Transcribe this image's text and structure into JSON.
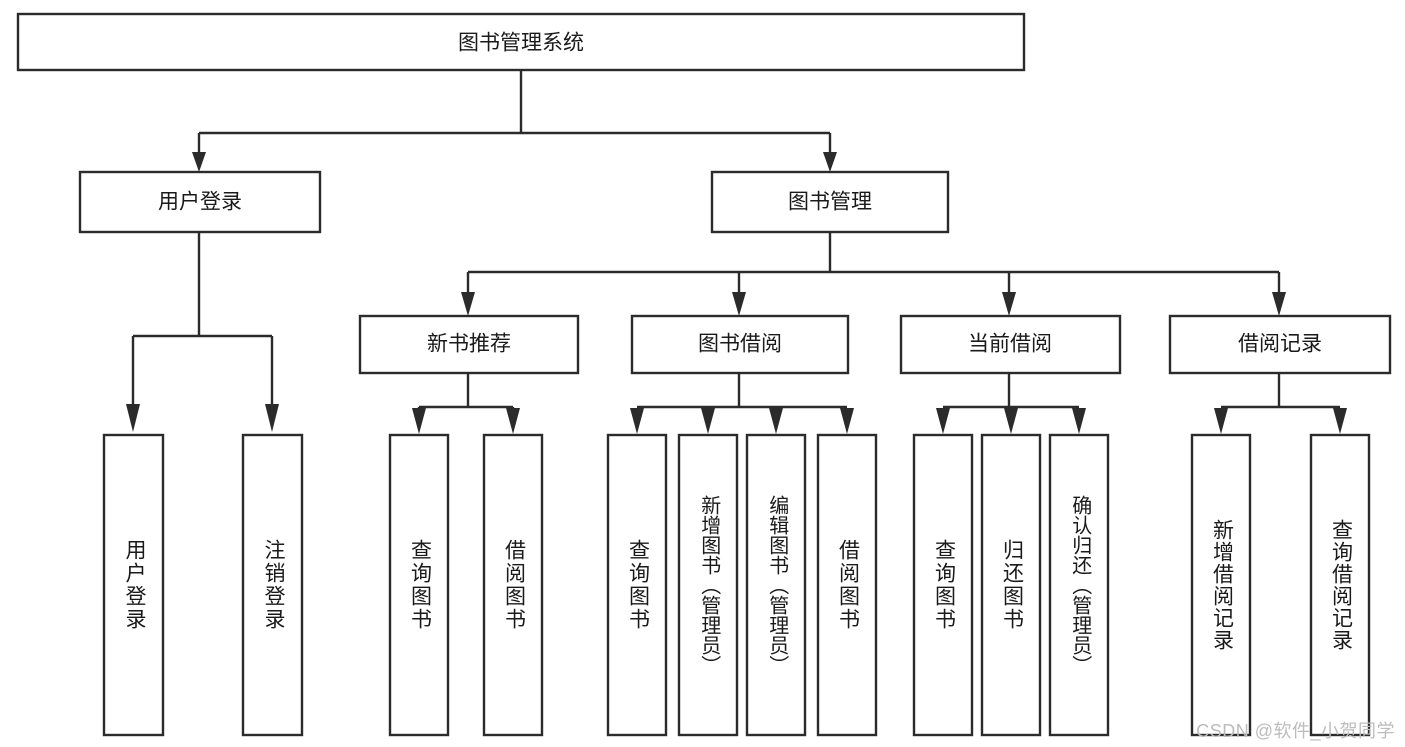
{
  "diagram": {
    "title": "图书管理系统",
    "watermark": "CSDN @软件_小贺同学",
    "colors": {
      "stroke": "#2b2b2b",
      "fill": "#ffffff",
      "text": "#1a1a1a",
      "watermark": "#bcbcbc"
    },
    "levels": {
      "root": {
        "label": "图书管理系统"
      },
      "level2": [
        {
          "label": "用户登录"
        },
        {
          "label": "图书管理"
        }
      ],
      "level3": [
        {
          "label": "新书推荐"
        },
        {
          "label": "图书借阅"
        },
        {
          "label": "当前借阅"
        },
        {
          "label": "借阅记录"
        }
      ],
      "leaves": [
        {
          "label": "用户登录",
          "parent": "用户登录"
        },
        {
          "label": "注销登录",
          "parent": "用户登录"
        },
        {
          "label": "查询图书",
          "parent": "新书推荐"
        },
        {
          "label": "借阅图书",
          "parent": "新书推荐"
        },
        {
          "label": "查询图书",
          "parent": "图书借阅"
        },
        {
          "label": "新增图书（管理员）",
          "parent": "图书借阅"
        },
        {
          "label": "编辑图书（管理员）",
          "parent": "图书借阅"
        },
        {
          "label": "借阅图书",
          "parent": "图书借阅"
        },
        {
          "label": "查询图书",
          "parent": "当前借阅"
        },
        {
          "label": "归还图书",
          "parent": "当前借阅"
        },
        {
          "label": "确认归还（管理员）",
          "parent": "当前借阅"
        },
        {
          "label": "新增借阅记录",
          "parent": "借阅记录"
        },
        {
          "label": "查询借阅记录",
          "parent": "借阅记录"
        }
      ]
    }
  }
}
